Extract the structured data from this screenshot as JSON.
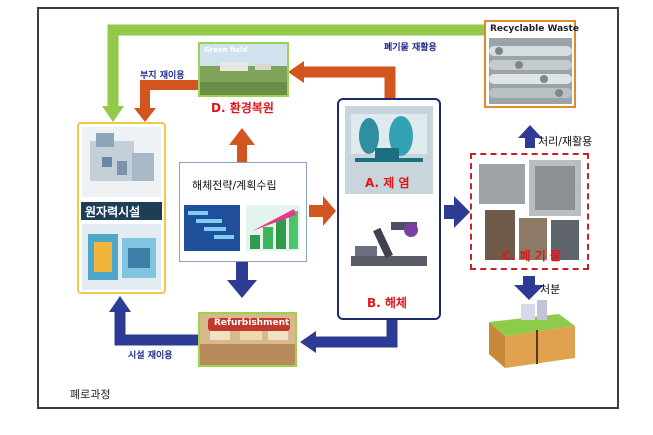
{
  "diagram": {
    "labels": {
      "green_field": "Green field",
      "restore": "D. 환경복원",
      "site_reuse": "부지 재이용",
      "waste_recycle": "폐기물 재활용",
      "recyclable_waste": "Recyclable Waste",
      "nuclear_facility": "원자력시설",
      "strategy": "해체전략/계획수립",
      "decon": "A. 제 염",
      "dismantle": "B. 해체",
      "waste": "C. 폐 기 물",
      "treat_recycle": "처리/재활용",
      "disposal": "처분",
      "refurbishment": "Refurbishment",
      "facility_reuse": "시설 재이용",
      "caption": "폐로과정"
    },
    "colors": {
      "orange_arrow": "#d2541e",
      "navy_arrow": "#2e3b94",
      "green_arrow": "#92c94a",
      "red_text": "#e0161b",
      "blue_text": "#1e2a8a",
      "facility_border": "#f2c84a",
      "restore_border": "#9bd24f",
      "waste_border": "#c8202a",
      "box_border": "#1e2a6e"
    }
  }
}
